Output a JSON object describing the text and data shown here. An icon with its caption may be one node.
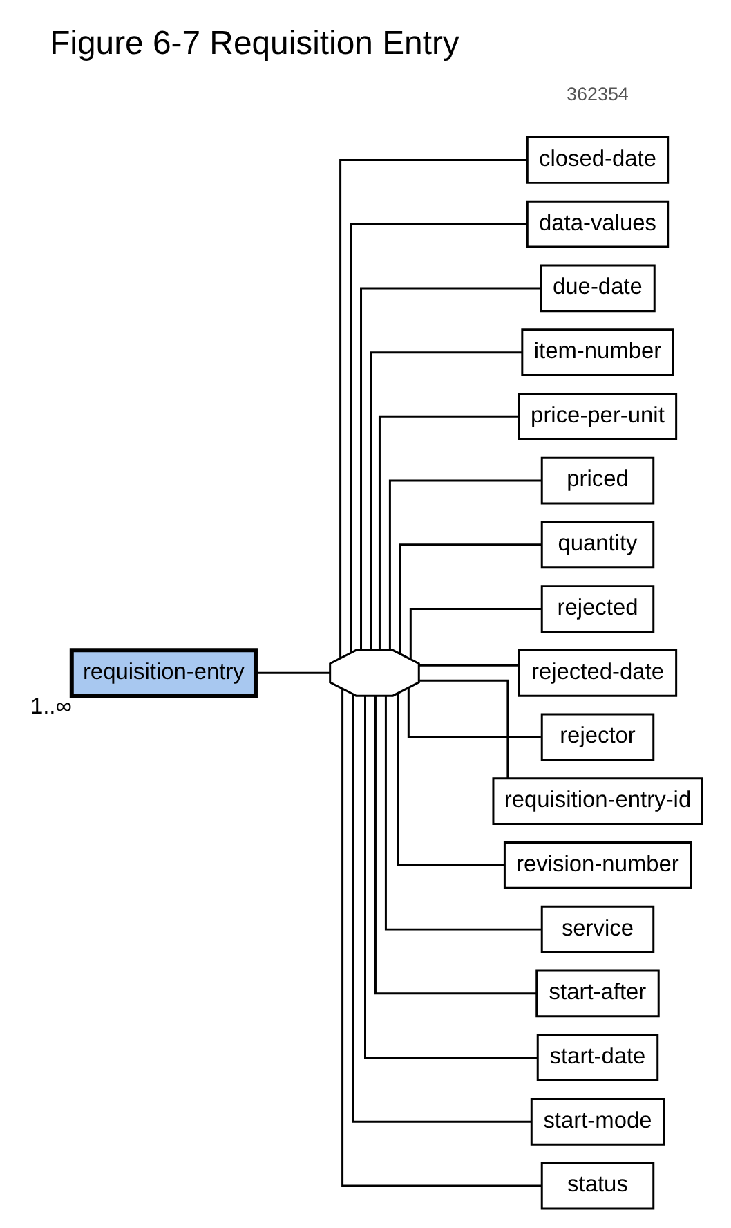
{
  "diagram": {
    "title": "Figure 6-7 Requisition Entry",
    "nodes": [
      {
        "text": [
          "requisition-entry"
        ],
        "beside": [
          "1..∞"
        ]
      },
      {
        "text": [],
        "shape": "octagon"
      },
      {
        "text": [
          "closed-date"
        ]
      },
      {
        "text": [
          "data-values"
        ]
      },
      {
        "text": [
          "due-date"
        ]
      },
      {
        "text": [
          "item-number"
        ]
      },
      {
        "text": [
          "price-per-unit"
        ]
      },
      {
        "text": [
          "priced"
        ]
      },
      {
        "text": [
          "quantity"
        ]
      },
      {
        "text": [
          "rejected"
        ]
      },
      {
        "text": [
          "rejected-date"
        ]
      },
      {
        "text": [
          "rejector"
        ]
      },
      {
        "text": [
          "requisition-entry-id"
        ]
      },
      {
        "text": [
          "revision-number"
        ]
      },
      {
        "text": [
          "service"
        ]
      },
      {
        "text": [
          "start-after"
        ]
      },
      {
        "text": [
          "start-date"
        ]
      },
      {
        "text": [
          "start-mode"
        ]
      },
      {
        "text": [
          "status"
        ]
      }
    ],
    "edges": [
      {
        "from": 0,
        "to": 1,
        "arrow": "none"
      },
      {
        "from": 1,
        "to": 2,
        "arrow": "none"
      },
      {
        "from": 1,
        "to": 3,
        "arrow": "none"
      },
      {
        "from": 1,
        "to": 4,
        "arrow": "none"
      },
      {
        "from": 1,
        "to": 5,
        "arrow": "none"
      },
      {
        "from": 1,
        "to": 6,
        "arrow": "none"
      },
      {
        "from": 1,
        "to": 7,
        "arrow": "none"
      },
      {
        "from": 1,
        "to": 8,
        "arrow": "none"
      },
      {
        "from": 1,
        "to": 9,
        "arrow": "none"
      },
      {
        "from": 1,
        "to": 10,
        "arrow": "none"
      },
      {
        "from": 1,
        "to": 11,
        "arrow": "none"
      },
      {
        "from": 1,
        "to": 12,
        "arrow": "none"
      },
      {
        "from": 1,
        "to": 13,
        "arrow": "none"
      },
      {
        "from": 1,
        "to": 14,
        "arrow": "none"
      },
      {
        "from": 1,
        "to": 15,
        "arrow": "none"
      },
      {
        "from": 1,
        "to": 16,
        "arrow": "none"
      },
      {
        "from": 1,
        "to": 17,
        "arrow": "none"
      },
      {
        "from": 1,
        "to": 18,
        "arrow": "none"
      }
    ],
    "labels": [
      "362354"
    ]
  }
}
